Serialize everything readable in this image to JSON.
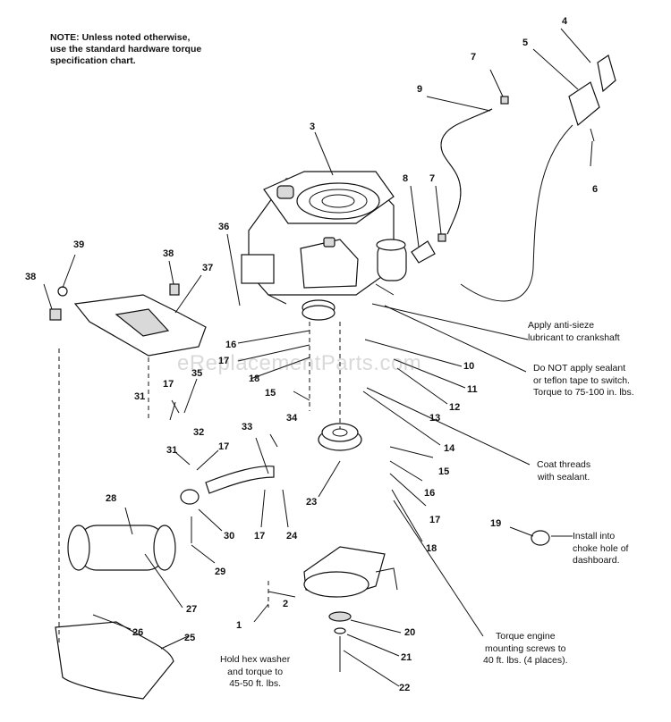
{
  "note": "NOTE: Unless noted otherwise,\nuse the standard hardware torque\nspecification chart.",
  "watermark": "eReplacementParts.com",
  "callouts": {
    "c1": "1",
    "c2": "2",
    "c3": "3",
    "c4": "4",
    "c5": "5",
    "c6": "6",
    "c7a": "7",
    "c7b": "7",
    "c8": "8",
    "c9": "9",
    "c10": "10",
    "c11": "11",
    "c12": "12",
    "c13": "13",
    "c14": "14",
    "c15a": "15",
    "c15b": "15",
    "c16a": "16",
    "c16b": "16",
    "c17a": "17",
    "c17b": "17",
    "c17c": "17",
    "c17d": "17",
    "c17e": "17",
    "c18a": "18",
    "c18b": "18",
    "c19": "19",
    "c20": "20",
    "c21": "21",
    "c22": "22",
    "c23": "23",
    "c24": "24",
    "c25": "25",
    "c26": "26",
    "c27": "27",
    "c28": "28",
    "c29": "29",
    "c30": "30",
    "c31a": "31",
    "c31b": "31",
    "c32": "32",
    "c33": "33",
    "c34": "34",
    "c35": "35",
    "c36": "36",
    "c37": "37",
    "c38a": "38",
    "c38b": "38",
    "c39": "39"
  },
  "annotations": {
    "anti_sieze": "Apply anti-sieze\nlubricant to crankshaft",
    "no_sealant": "Do NOT apply sealant\nor teflon tape to switch.\nTorque to 75-100 in. lbs.",
    "coat_threads": "Coat threads\nwith sealant.",
    "choke": "Install into\nchoke hole of\ndashboard.",
    "torque_engine": "Torque engine\nmounting screws to\n40 ft. lbs. (4 places).",
    "hex_washer": "Hold hex washer\nand torque to\n45-50 ft. lbs."
  }
}
